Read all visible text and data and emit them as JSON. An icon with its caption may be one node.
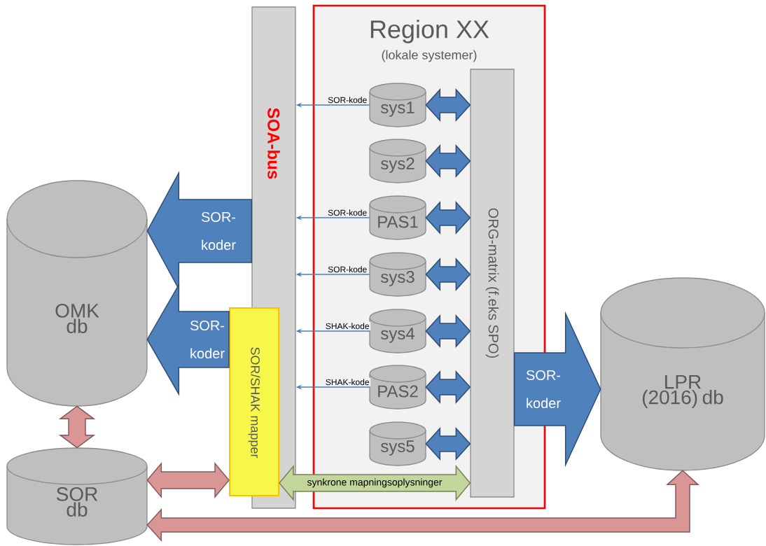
{
  "diagram": {
    "nodes": [
      {
        "text": [
          "SOA-bus"
        ]
      },
      {
        "text": [
          "Region XX",
          "(lokale systemer)"
        ]
      },
      {
        "text": [
          "ORG-matrix (f.eks SPO)"
        ],
        "in": 1
      },
      {
        "text": [
          "sys1"
        ],
        "in": 1
      },
      {
        "text": [
          "sys2"
        ],
        "in": 1
      },
      {
        "text": [
          "PAS1"
        ],
        "in": 1
      },
      {
        "text": [
          "sys3"
        ],
        "in": 1
      },
      {
        "text": [
          "sys4"
        ],
        "in": 1
      },
      {
        "text": [
          "PAS2"
        ],
        "in": 1
      },
      {
        "text": [
          "sys5"
        ],
        "in": 1
      },
      {
        "text": [
          "SOR/SHAK mapper"
        ]
      },
      {
        "text": [
          "OMK db"
        ]
      },
      {
        "text": [
          "SOR db"
        ]
      },
      {
        "text": [
          "LPR (2016) db"
        ]
      }
    ],
    "edges": [
      {
        "from": 3,
        "to": 0,
        "arrow": "to",
        "label": "SOR-kode"
      },
      {
        "from": 5,
        "to": 0,
        "arrow": "to",
        "label": "SOR-kode"
      },
      {
        "from": 6,
        "to": 0,
        "arrow": "to",
        "label": "SOR-kode"
      },
      {
        "from": 7,
        "to": 0,
        "arrow": "to",
        "label": "SHAK-kode"
      },
      {
        "from": 8,
        "to": 0,
        "arrow": "to",
        "label": "SHAK-kode"
      },
      {
        "from": 3,
        "to": 2,
        "arrow": "both",
        "style": "thick"
      },
      {
        "from": 4,
        "to": 2,
        "arrow": "both",
        "style": "thick"
      },
      {
        "from": 5,
        "to": 2,
        "arrow": "both",
        "style": "thick"
      },
      {
        "from": 6,
        "to": 2,
        "arrow": "both",
        "style": "thick"
      },
      {
        "from": 7,
        "to": 2,
        "arrow": "both",
        "style": "thick"
      },
      {
        "from": 8,
        "to": 2,
        "arrow": "both",
        "style": "thick"
      },
      {
        "from": 9,
        "to": 2,
        "arrow": "both",
        "style": "thick"
      },
      {
        "from": 0,
        "to": 11,
        "arrow": "to",
        "style": "thick",
        "label": "SOR- koder"
      },
      {
        "from": 10,
        "to": 11,
        "arrow": "to",
        "style": "thick",
        "label": "SOR- koder"
      },
      {
        "from": 2,
        "to": 13,
        "arrow": "to",
        "style": "thick",
        "label": "SOR- koder"
      },
      {
        "from": 11,
        "to": 12,
        "arrow": "both",
        "style": "thick",
        "color": "#d99694"
      },
      {
        "from": 12,
        "to": 10,
        "arrow": "both",
        "style": "thick",
        "color": "#d99694"
      },
      {
        "from": 10,
        "to": 2,
        "arrow": "both",
        "style": "thick",
        "color": "#c3d69b",
        "label": "synkrone mapningsoplysninger"
      },
      {
        "from": 12,
        "to": 13,
        "arrow": "both",
        "style": "thick",
        "color": "#d99694"
      }
    ]
  }
}
